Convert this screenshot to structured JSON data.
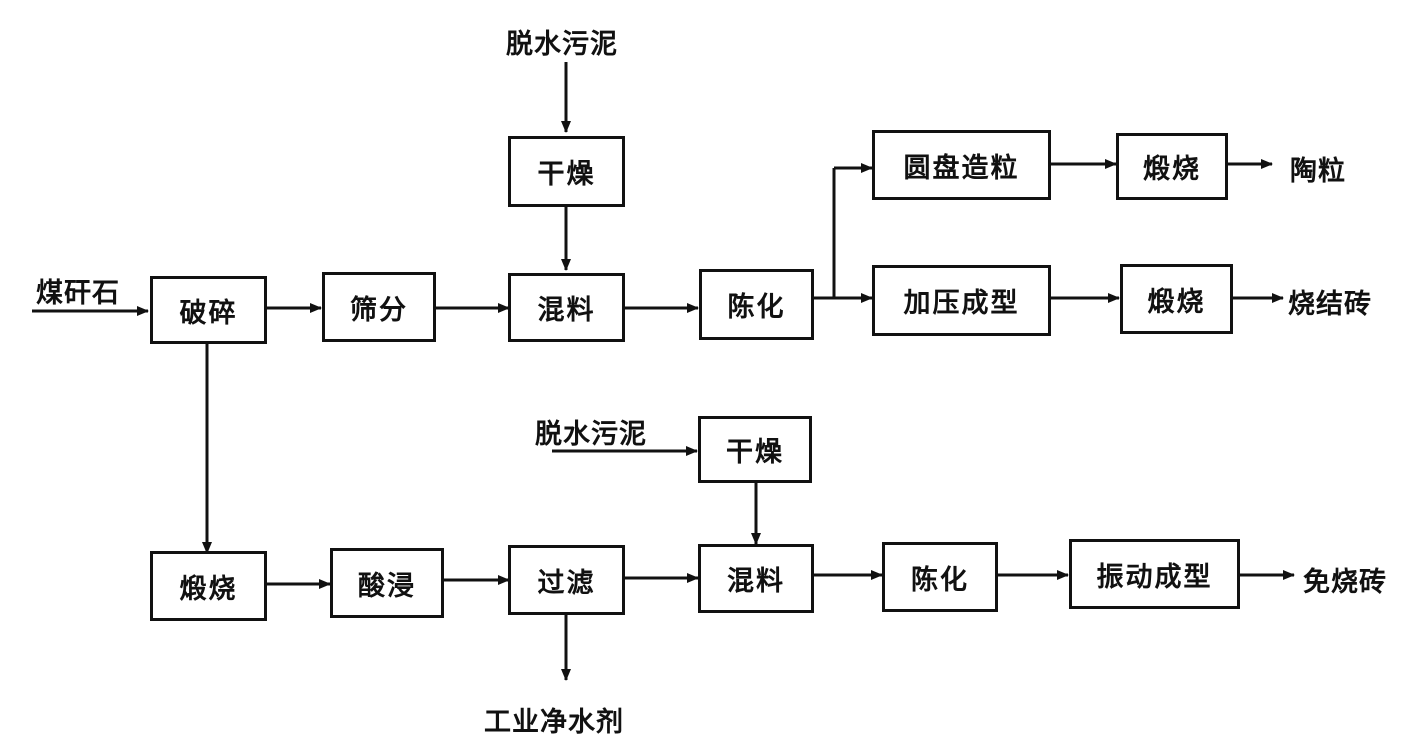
{
  "inputs": {
    "top_sludge": "脱水污泥",
    "coal_gangue": "煤矸石",
    "bottom_sludge": "脱水污泥"
  },
  "boxes": {
    "top_dry": "干燥",
    "crush": "破碎",
    "screen": "筛分",
    "top_mix": "混料",
    "top_aging": "陈化",
    "disc_granulation": "圆盘造粒",
    "calcine_granule": "煅烧",
    "press_forming": "加压成型",
    "calcine_brick": "煅烧",
    "bottom_calcine": "煅烧",
    "acid_leach": "酸浸",
    "filter": "过滤",
    "bottom_dry": "干燥",
    "bottom_mix": "混料",
    "bottom_aging": "陈化",
    "vibration_forming": "振动成型"
  },
  "outputs": {
    "ceramsite": "陶粒",
    "sintered_brick": "烧结砖",
    "unfired_brick": "免烧砖",
    "water_purifier": "工业净水剂"
  }
}
